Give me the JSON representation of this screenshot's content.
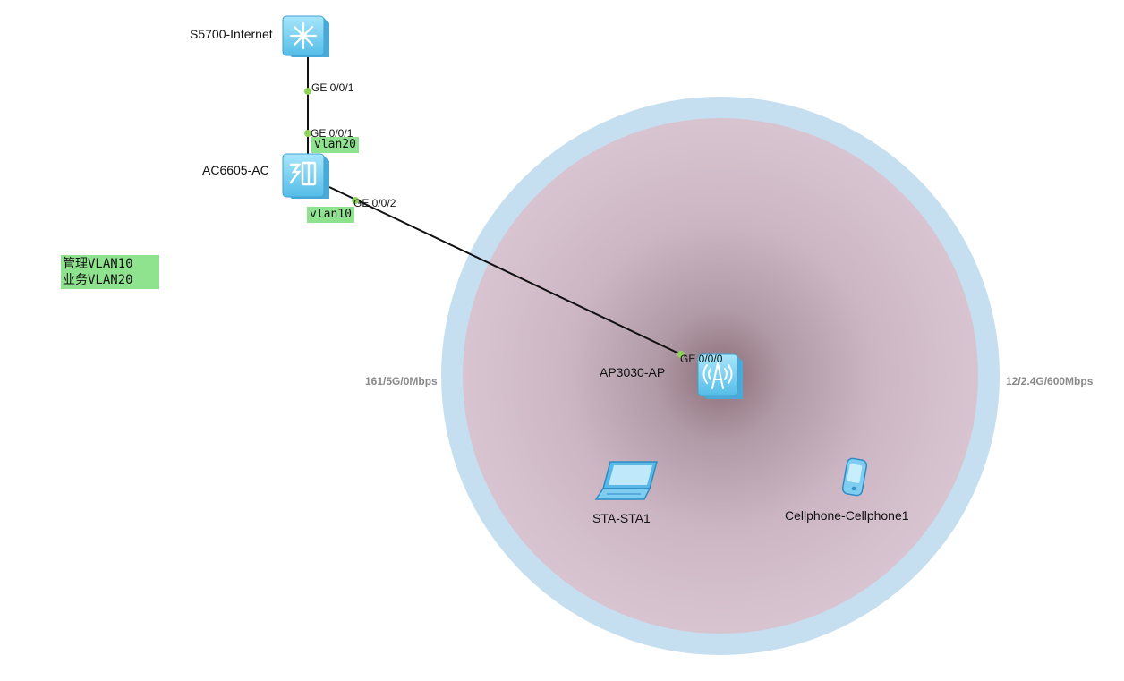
{
  "devices": {
    "switch": {
      "name": "S5700-Internet",
      "icon": "switch-icon"
    },
    "ac": {
      "name": "AC6605-AC",
      "icon": "access-controller-icon"
    },
    "ap": {
      "name": "AP3030-AP",
      "icon": "access-point-icon"
    },
    "sta": {
      "name": "STA-STA1",
      "icon": "laptop-icon"
    },
    "phone": {
      "name": "Cellphone-Cellphone1",
      "icon": "cellphone-icon"
    }
  },
  "links": [
    {
      "from": "S5700-Internet",
      "to": "AC6605-AC",
      "from_port": "GE 0/0/1",
      "to_port": "GE 0/0/1"
    },
    {
      "from": "AC6605-AC",
      "to": "AP3030-AP",
      "from_port": "GE 0/0/2",
      "to_port": "GE 0/0/0"
    }
  ],
  "vlan_tags": {
    "upper": "vlan20",
    "lower": "vlan10"
  },
  "legend": {
    "line1": "管理VLAN10",
    "line2": "业务VLAN20"
  },
  "radio": {
    "left": "161/5G/0Mbps",
    "right": "12/2.4G/600Mbps"
  },
  "colors": {
    "link": "#111111",
    "port_dot": "#8fd35a",
    "tag_bg": "#8fe38f",
    "coverage_outer": "#c5dff0",
    "coverage_inner": "#d6c0ce",
    "coverage_center": "#8c6e78",
    "device": "#7fd3f5"
  }
}
